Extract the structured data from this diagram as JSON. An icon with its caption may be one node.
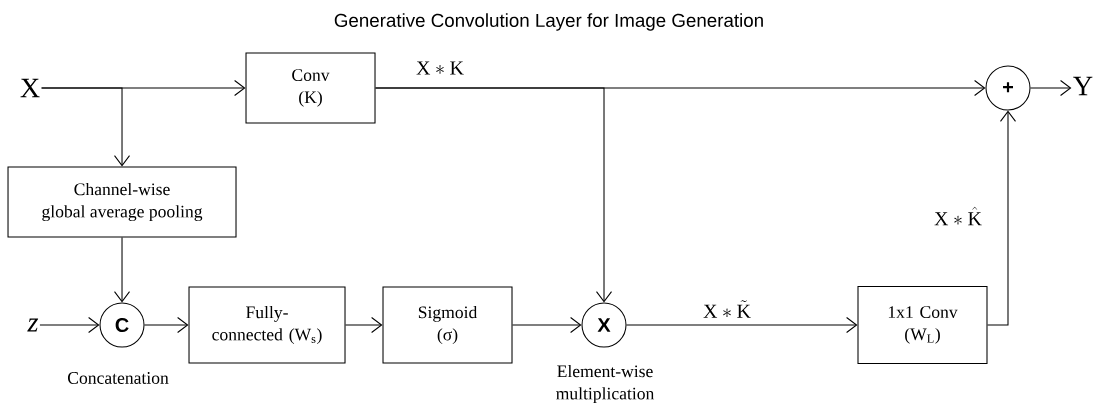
{
  "diagram": {
    "title": "Generative Convolution Layer for Image Generation",
    "nodes": [
      {
        "text": [
          "X"
        ]
      },
      {
        "text": [
          "Conv (K)"
        ]
      },
      {
        "text": [
          "Channel-wise global average pooling"
        ]
      },
      {
        "text": [
          "z"
        ]
      },
      {
        "text": [
          "C"
        ],
        "beside": [
          "Concatenation"
        ]
      },
      {
        "text": [
          "Fully-connected (W$_{s}$)"
        ]
      },
      {
        "text": [
          "Sigmoid (σ)"
        ]
      },
      {
        "text": [
          "X"
        ],
        "beside": [
          "Element-wise multiplication"
        ]
      },
      {
        "text": [
          "1x1 Conv (W$_{L}$)"
        ]
      },
      {
        "text": [
          "+"
        ]
      },
      {
        "text": [
          "Y"
        ]
      }
    ],
    "edges": [
      {
        "from": 0,
        "to": 1,
        "arrow": "to"
      },
      {
        "from": 0,
        "to": 2,
        "arrow": "to"
      },
      {
        "from": 1,
        "to": 9,
        "arrow": "to",
        "label": "\\mathrm{X} * \\mathrm{K}"
      },
      {
        "from": 1,
        "to": 7,
        "arrow": "to"
      },
      {
        "from": 2,
        "to": 4,
        "arrow": "to"
      },
      {
        "from": 3,
        "to": 4,
        "arrow": "to"
      },
      {
        "from": 4,
        "to": 5,
        "arrow": "to"
      },
      {
        "from": 5,
        "to": 6,
        "arrow": "to"
      },
      {
        "from": 6,
        "to": 7,
        "arrow": "to"
      },
      {
        "from": 7,
        "to": 8,
        "arrow": "to",
        "label": "\\mathrm{X} * \\tilde{\\mathrm{K}}"
      },
      {
        "from": 8,
        "to": 9,
        "arrow": "to",
        "label": "\\mathrm{X} * \\hat{\\mathrm{K}}"
      },
      {
        "from": 9,
        "to": 10,
        "arrow": "to"
      }
    ]
  }
}
